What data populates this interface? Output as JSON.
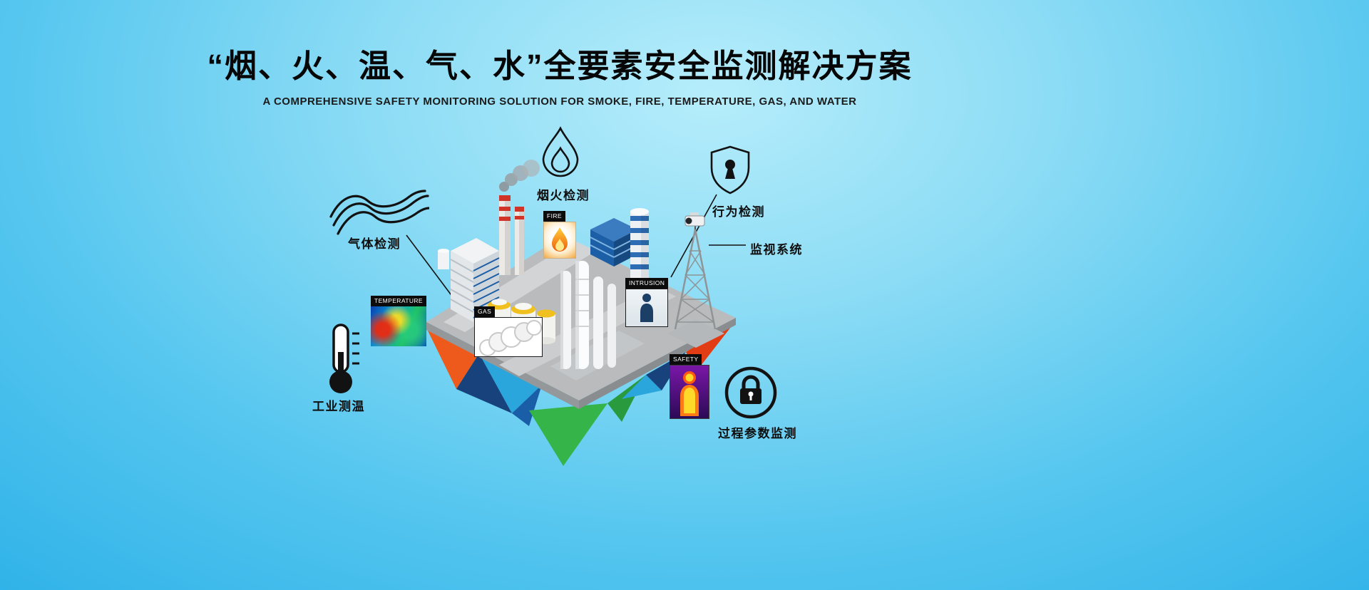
{
  "header": {
    "title": "“烟、火、温、气、水”全要素安全监测解决方案",
    "subtitle": "A COMPREHENSIVE SAFETY MONITORING SOLUTION FOR SMOKE, FIRE, TEMPERATURE, GAS, AND WATER"
  },
  "callouts": {
    "gas": {
      "label": "气体检测",
      "icon": "gas-waves-icon"
    },
    "smoke_fire": {
      "label": "烟火检测",
      "icon": "flame-droplet-icon"
    },
    "behavior": {
      "label": "行为检测",
      "icon": "shield-keyhole-icon"
    },
    "surveillance": {
      "label": "监视系统",
      "icon": "camera-tower-pointer-line"
    },
    "thermometry": {
      "label": "工业测温",
      "icon": "thermometer-icon"
    },
    "process": {
      "label": "过程参数监测",
      "icon": "padlock-circle-icon"
    }
  },
  "scene": {
    "tags": {
      "fire": "FIRE",
      "temperature": "TEMPERATURE",
      "gas": "GAS",
      "intrusion": "INTRUSION",
      "safety": "SAFETY"
    }
  },
  "colors": {
    "background_top": "#b6edfb",
    "background_bottom": "#2fb2e8",
    "title_text": "#070707",
    "island_gray": "#b9bbbd",
    "island_orange": "#ee5a1c",
    "island_navy": "#17427c",
    "island_cyan": "#2aa6dc",
    "island_green": "#35b44a",
    "island_red": "#e23c14",
    "tag_background": "#0c0c0c"
  }
}
